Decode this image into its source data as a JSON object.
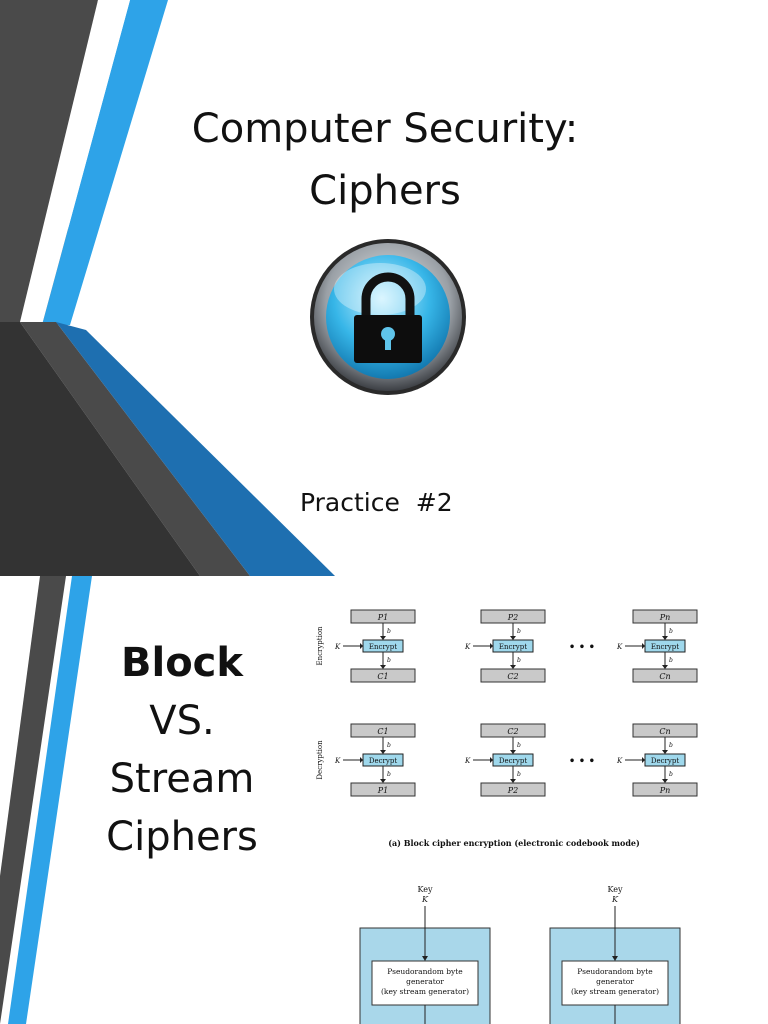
{
  "slide1": {
    "title_line1": "Computer Security:",
    "title_line2": "Ciphers",
    "subtitle": "Practice  #2",
    "icon": "padlock-icon",
    "colors": {
      "accent_blue": "#2ea3e8",
      "dark_gray": "#4a4a4a",
      "dark_blue": "#1e6fb0"
    }
  },
  "slide2": {
    "title_line1": "Block",
    "title_line2": "VS.",
    "title_line3": "Stream",
    "title_line4": "Ciphers",
    "block_diagram": {
      "row_labels": {
        "encryption": "Encryption",
        "decryption": "Decryption"
      },
      "key_label": "K",
      "bit_label": "b",
      "ellipsis": "• • •",
      "enc_inputs": [
        "P1",
        "P2",
        "Pn"
      ],
      "enc_outputs": [
        "C1",
        "C2",
        "Cn"
      ],
      "encrypt_label": "Encrypt",
      "dec_inputs": [
        "C1",
        "C2",
        "Cn"
      ],
      "dec_outputs": [
        "P1",
        "P2",
        "Pn"
      ],
      "decrypt_label": "Decrypt",
      "caption": "(a) Block cipher encryption (electronic codebook mode)"
    },
    "stream_diagram": {
      "key_label": "Key",
      "key_symbol": "K",
      "generator_line1": "Pseudorandom byte",
      "generator_line2": "generator",
      "generator_line3": "(key stream generator)"
    }
  }
}
